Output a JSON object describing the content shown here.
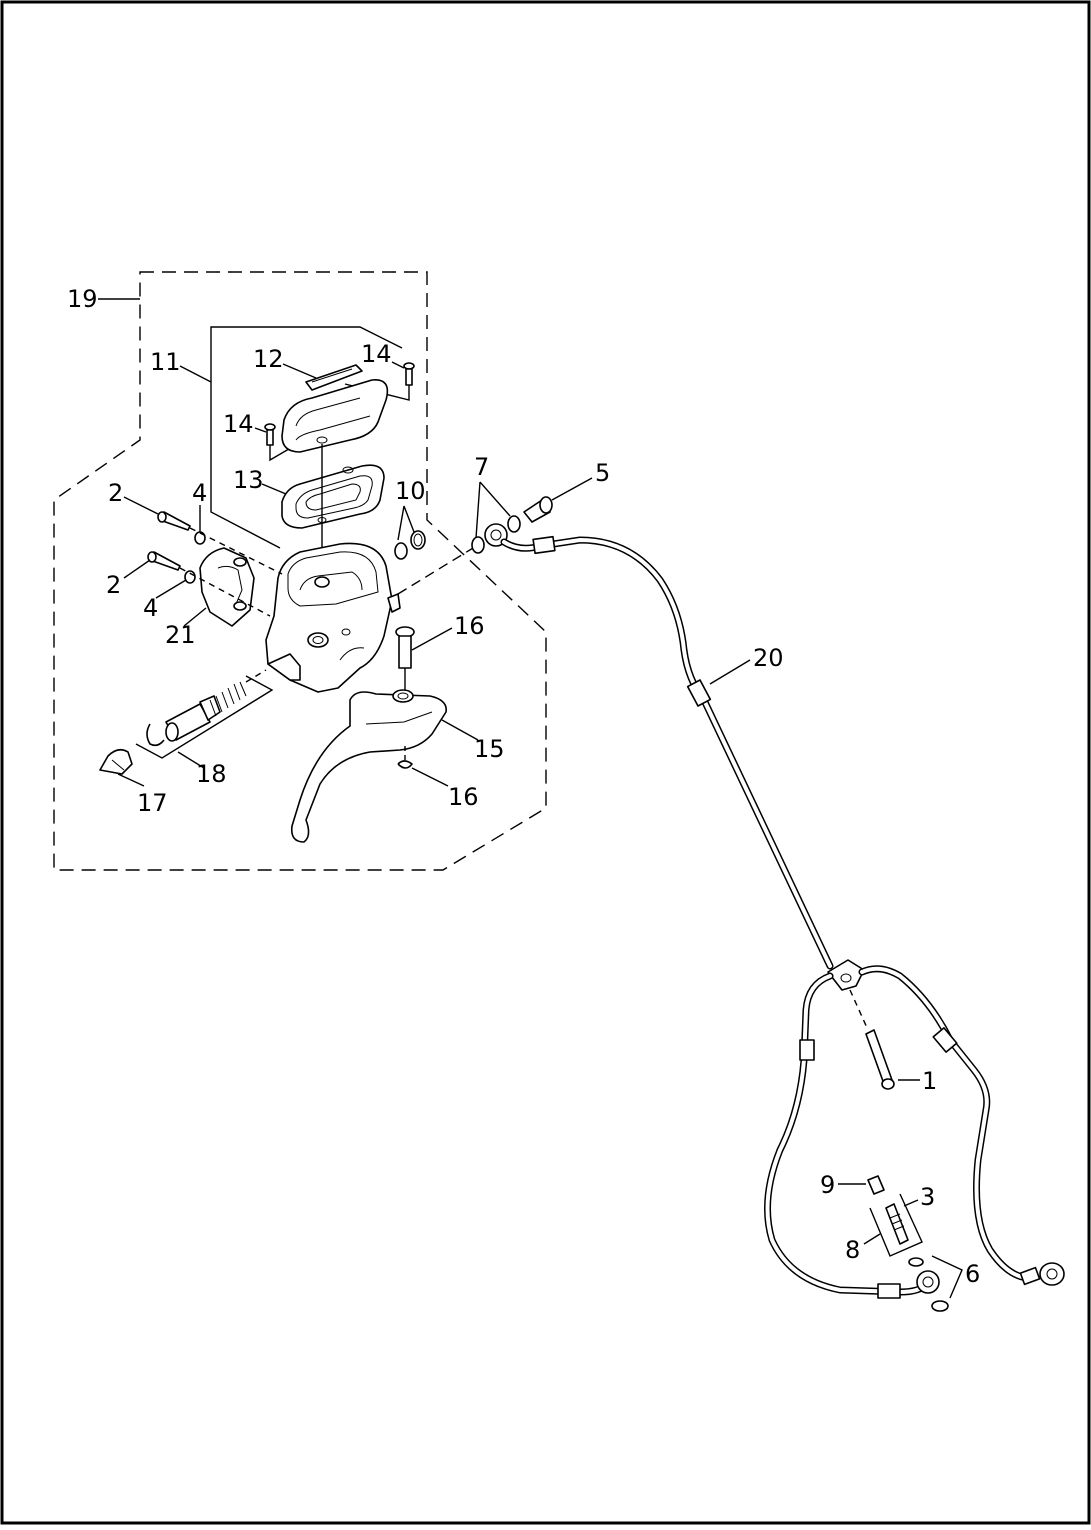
{
  "labels": {
    "l1": "1",
    "l2a": "2",
    "l2b": "2",
    "l3": "3",
    "l4a": "4",
    "l4b": "4",
    "l5": "5",
    "l6": "6",
    "l7": "7",
    "l8": "8",
    "l9": "9",
    "l10": "10",
    "l11": "11",
    "l12": "12",
    "l13": "13",
    "l14a": "14",
    "l14b": "14",
    "l15": "15",
    "l16a": "16",
    "l16b": "16",
    "l17": "17",
    "l18": "18",
    "l19": "19",
    "l20": "20",
    "l21": "21"
  }
}
